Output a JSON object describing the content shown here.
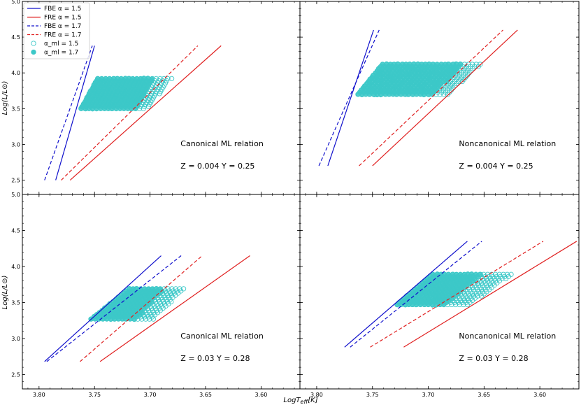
{
  "figure": {
    "xlabel": "LogT_eff[K]",
    "ylabel": "Log(L/L⊙)",
    "xlim": [
      3.815,
      3.565
    ],
    "ylim": [
      2.3,
      5.0
    ],
    "x_ticks": [
      "3.80",
      "3.75",
      "3.70",
      "3.65",
      "3.60"
    ],
    "x_tick_values": [
      3.8,
      3.75,
      3.7,
      3.65,
      3.6
    ],
    "y_ticks": [
      "2.5",
      "3.0",
      "3.5",
      "4.0",
      "4.5",
      "5.0"
    ],
    "y_tick_values": [
      2.5,
      3.0,
      3.5,
      4.0,
      4.5,
      5.0
    ],
    "colors": {
      "fbe": "#1010cc",
      "fre": "#e02020",
      "points": "#3cc8c8"
    }
  },
  "legend": {
    "placement": "top-left of top-left panel",
    "entries": [
      {
        "label": "FBE α = 1.5",
        "style": "solid",
        "color": "#1010cc"
      },
      {
        "label": "FRE α = 1.5",
        "style": "solid",
        "color": "#e02020"
      },
      {
        "label": "FBE α = 1.7",
        "style": "dashed",
        "color": "#1010cc"
      },
      {
        "label": "FRE α = 1.7",
        "style": "dashed",
        "color": "#e02020"
      },
      {
        "label": "α_ml = 1.5",
        "style": "open-circle",
        "color": "#3cc8c8"
      },
      {
        "label": "α_ml = 1.7",
        "style": "filled-circle",
        "color": "#3cc8c8"
      }
    ]
  },
  "chart_data": [
    {
      "type": "scatter",
      "panel": "top-left",
      "annotations": [
        "Canonical ML relation",
        "Z = 0.004  Y = 0.25"
      ],
      "series": [
        {
          "name": "FBE α = 1.5",
          "style": "solid",
          "x": [
            3.785,
            3.75
          ],
          "y": [
            2.5,
            4.38
          ]
        },
        {
          "name": "FRE α = 1.5",
          "style": "solid",
          "x": [
            3.772,
            3.636
          ],
          "y": [
            2.5,
            4.38
          ]
        },
        {
          "name": "FBE α = 1.7",
          "style": "dashed",
          "x": [
            3.795,
            3.752
          ],
          "y": [
            2.5,
            4.38
          ]
        },
        {
          "name": "FRE α = 1.7",
          "style": "dashed",
          "x": [
            3.78,
            3.657
          ],
          "y": [
            2.5,
            4.38
          ]
        },
        {
          "name": "α_ml = 1.5",
          "style": "open-grid",
          "y_min": 3.5,
          "y_max": 3.92,
          "y_step": 0.03,
          "x_left_bottom": 3.762,
          "x_left_top": 3.747,
          "x_right_bottom": 3.703,
          "x_right_top": 3.68
        },
        {
          "name": "α_ml = 1.7",
          "style": "filled-grid",
          "y_min": 3.5,
          "y_max": 3.92,
          "y_step": 0.03,
          "x_left_bottom": 3.762,
          "x_left_top": 3.747,
          "x_right_bottom": 3.71,
          "x_right_top": 3.695
        }
      ]
    },
    {
      "type": "scatter",
      "panel": "top-right",
      "annotations": [
        "Noncanonical ML relation",
        "Z = 0.004  Y = 0.25"
      ],
      "series": [
        {
          "name": "FBE α = 1.5",
          "style": "solid",
          "x": [
            3.79,
            3.749
          ],
          "y": [
            2.7,
            4.6
          ]
        },
        {
          "name": "FRE α = 1.5",
          "style": "solid",
          "x": [
            3.75,
            3.62
          ],
          "y": [
            2.7,
            4.6
          ]
        },
        {
          "name": "FBE α = 1.7",
          "style": "dashed",
          "x": [
            3.798,
            3.744
          ],
          "y": [
            2.7,
            4.6
          ]
        },
        {
          "name": "FRE α = 1.7",
          "style": "dashed",
          "x": [
            3.762,
            3.633
          ],
          "y": [
            2.7,
            4.6
          ]
        },
        {
          "name": "α_ml = 1.5",
          "style": "open-grid",
          "y_min": 3.7,
          "y_max": 4.12,
          "y_step": 0.03,
          "x_left_bottom": 3.763,
          "x_left_top": 3.741,
          "x_right_bottom": 3.682,
          "x_right_top": 3.653
        },
        {
          "name": "α_ml = 1.7",
          "style": "filled-grid",
          "y_min": 3.7,
          "y_max": 4.12,
          "y_step": 0.03,
          "x_left_bottom": 3.763,
          "x_left_top": 3.741,
          "x_right_bottom": 3.695,
          "x_right_top": 3.668
        }
      ]
    },
    {
      "type": "scatter",
      "panel": "bottom-left",
      "annotations": [
        "Canonical ML relation",
        "Z = 0.03  Y = 0.28"
      ],
      "series": [
        {
          "name": "FBE α = 1.5",
          "style": "solid",
          "x": [
            3.795,
            3.69
          ],
          "y": [
            2.68,
            4.15
          ]
        },
        {
          "name": "FRE α = 1.5",
          "style": "solid",
          "x": [
            3.745,
            3.61
          ],
          "y": [
            2.68,
            4.15
          ]
        },
        {
          "name": "FBE α = 1.7",
          "style": "dashed",
          "x": [
            3.793,
            3.672
          ],
          "y": [
            2.68,
            4.15
          ]
        },
        {
          "name": "FRE α = 1.7",
          "style": "dashed",
          "x": [
            3.763,
            3.653
          ],
          "y": [
            2.68,
            4.15
          ]
        },
        {
          "name": "α_ml = 1.5",
          "style": "open-grid",
          "y_min": 3.27,
          "y_max": 3.7,
          "y_step": 0.03,
          "x_left_bottom": 3.753,
          "x_left_top": 3.718,
          "x_right_bottom": 3.697,
          "x_right_top": 3.668
        },
        {
          "name": "α_ml = 1.7",
          "style": "filled-grid",
          "y_min": 3.27,
          "y_max": 3.7,
          "y_step": 0.03,
          "x_left_bottom": 3.753,
          "x_left_top": 3.718,
          "x_right_bottom": 3.712,
          "x_right_top": 3.687
        }
      ]
    },
    {
      "type": "scatter",
      "panel": "bottom-right",
      "annotations": [
        "Noncanonical ML relation",
        "Z = 0.03  Y = 0.28"
      ],
      "series": [
        {
          "name": "FBE α = 1.5",
          "style": "solid",
          "x": [
            3.775,
            3.665
          ],
          "y": [
            2.88,
            4.35
          ]
        },
        {
          "name": "FRE α = 1.5",
          "style": "solid",
          "x": [
            3.722,
            3.567
          ],
          "y": [
            2.88,
            4.35
          ]
        },
        {
          "name": "FBE α = 1.7",
          "style": "dashed",
          "x": [
            3.77,
            3.652
          ],
          "y": [
            2.88,
            4.35
          ]
        },
        {
          "name": "FRE α = 1.7",
          "style": "dashed",
          "x": [
            3.752,
            3.597
          ],
          "y": [
            2.88,
            4.35
          ]
        },
        {
          "name": "α_ml = 1.5",
          "style": "open-grid",
          "y_min": 3.47,
          "y_max": 3.9,
          "y_step": 0.03,
          "x_left_bottom": 3.728,
          "x_left_top": 3.695,
          "x_right_bottom": 3.663,
          "x_right_top": 3.624
        },
        {
          "name": "α_ml = 1.7",
          "style": "filled-grid",
          "y_min": 3.47,
          "y_max": 3.9,
          "y_step": 0.03,
          "x_left_bottom": 3.728,
          "x_left_top": 3.695,
          "x_right_bottom": 3.683,
          "x_right_top": 3.65
        }
      ]
    }
  ]
}
